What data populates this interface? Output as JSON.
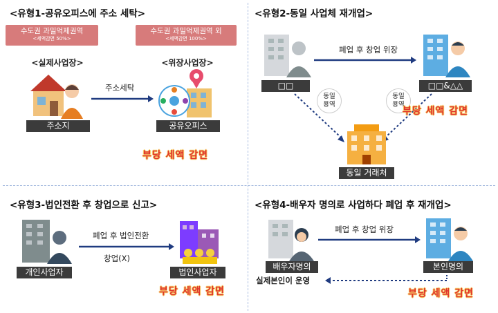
{
  "type1": {
    "title": "<유형1-공유오피스에 주소 세탁>",
    "left_box_line1": "수도권 과밀억제권역",
    "left_box_line2": "<세액감면 50%>",
    "right_box_line1": "수도권 과밀억제권역 외",
    "right_box_line2": "<세액감면 100%>",
    "actual_site": "<실제사업장>",
    "disguised_site": "<위장사업장>",
    "arrow": "주소세탁",
    "address_label": "주소지",
    "office_label": "공유오피스",
    "stamp": "부당 세액 감면"
  },
  "type2": {
    "title": "<유형2-동일 사업체 재개업>",
    "left_label": "□□",
    "right_label": "□□&△△",
    "arrow": "폐업 후 창업 위장",
    "bubble_left_1": "동일",
    "bubble_left_2": "용역",
    "bubble_right_1": "동일",
    "bubble_right_2": "용역",
    "bottom_label": "동일 거래처",
    "stamp": "부당 세액 감면"
  },
  "type3": {
    "title": "<유형3-법인전환 후 창업으로 신고>",
    "arrow_top": "폐업 후 법인전환",
    "arrow_bottom": "창업(X)",
    "left_label": "개인사업자",
    "right_label": "법인사업자",
    "stamp": "부당 세액 감면"
  },
  "type4": {
    "title": "<유형4-배우자 명의로 사업하다 폐업 후 재개업>",
    "arrow": "폐업 후 창업 위장",
    "left_label": "배우자명의",
    "left_sub": "실제본인이 운영",
    "right_label": "본인명의",
    "stamp": "부당 세액 감면"
  }
}
